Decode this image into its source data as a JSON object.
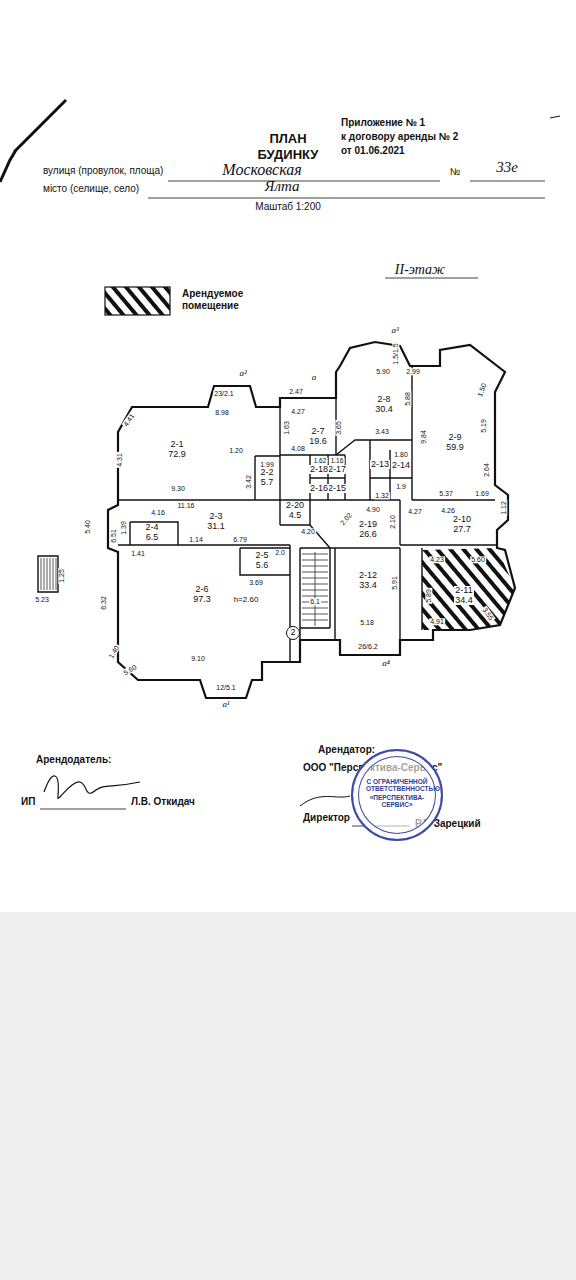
{
  "diagram": {
    "nodes": [
      {
        "text": [
          "2-1",
          "72.9"
        ]
      },
      {
        "text": [
          "2-2",
          "5.7"
        ]
      },
      {
        "text": [
          "2-3",
          "31.1"
        ]
      },
      {
        "text": [
          "2-4",
          "6.5"
        ]
      },
      {
        "text": [
          "2-5",
          "5.6"
        ]
      },
      {
        "text": [
          "2-6",
          "97.3"
        ]
      },
      {
        "text": [
          "2-7",
          "19.6"
        ]
      },
      {
        "text": [
          "2-8",
          "30.4"
        ]
      },
      {
        "text": [
          "2-9",
          "59.9"
        ]
      },
      {
        "text": [
          "2-10",
          "27.7"
        ]
      },
      {
        "text": [
          "2-11",
          "34.4"
        ]
      },
      {
        "text": [
          "2-12",
          "33.4"
        ]
      },
      {
        "text": [
          "2-13"
        ]
      },
      {
        "text": [
          "2-14"
        ]
      },
      {
        "text": [
          "2-15"
        ]
      },
      {
        "text": [
          "2-16"
        ]
      },
      {
        "text": [
          "2-17"
        ]
      },
      {
        "text": [
          "2-18"
        ]
      },
      {
        "text": [
          "2-19",
          "26.6"
        ]
      },
      {
        "text": [
          "2-20",
          "4.5"
        ]
      },
      {
        "text": [
          "2"
        ]
      },
      {
        "text": [
          "С ОГРАНИЧЕННОЙ ОТВЕТСТВЕННОСТЬЮ",
          "«ПЕРСПЕКТИВА-СЕРВИС»"
        ]
      }
    ],
    "labels": [
      "Приложение № 1",
      "к договору аренды № 2",
      "от 01.06.2021",
      "ПЛАН",
      "БУДИНКУ",
      "вулиця (провулок, площа)",
      "Московская",
      "№",
      "33е",
      "місто (селище, село)",
      "Ялта",
      "Маштаб 1:200",
      "II-этаж",
      "а³",
      "1.5/1.5",
      "а²",
      "23/2.1",
      "а",
      "4.41",
      "8.98",
      "4.31",
      "1.20",
      "3.42",
      "9.30",
      "1.99",
      "2.47",
      "4.27",
      "1.63",
      "4.08",
      "3.65",
      "5.90",
      "2.99",
      "5.88",
      "3.43",
      "1.50",
      "9.84",
      "5.19",
      "2.64",
      "1.80",
      "1.9",
      "1.32",
      "5.37",
      "1.69",
      "1.62",
      "1.16",
      "4.20",
      "2.02",
      "4.90",
      "2.10",
      "4.27",
      "4.26",
      "1.12",
      "5.40",
      "4.16",
      "11.16",
      "1.39",
      "6.51",
      "1.14",
      "6.79",
      "2.0",
      "3.69",
      "1.41",
      "h=2.60",
      "6.32",
      "1.40",
      "5.60",
      "9.10",
      "12/5.1",
      "а¹",
      "5.23",
      "1.25",
      "6.1",
      "5.91",
      "5.18",
      "26/6.2",
      "а⁴",
      "4.23",
      "5.60",
      "5.89",
      "4.91",
      "3.55",
      "Арендодатель:",
      "ИП",
      "Л.В. Откидач",
      "Арендатор:",
      "ООО \"Перспектива-Сервис\"",
      "Директор",
      "Р.Р. Зарецкий"
    ],
    "legend": [
      {
        "text": "Арендуемое помещение"
      }
    ]
  }
}
